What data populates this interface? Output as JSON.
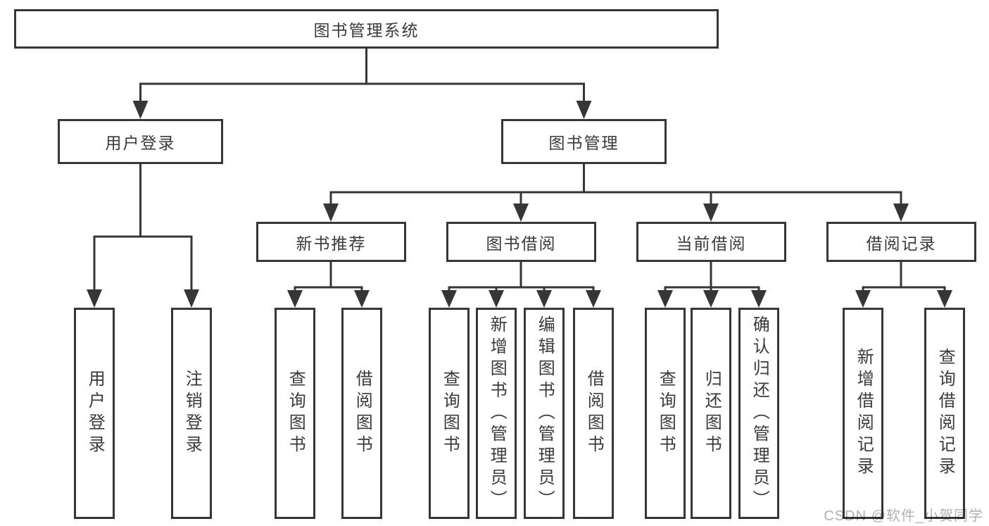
{
  "colors": {
    "line": "#363636",
    "box_border": "#363636",
    "text": "#3a3a3a",
    "background": "#ffffff",
    "watermark": "#b2b2b2"
  },
  "tree": {
    "root": {
      "label": "图书管理系统"
    },
    "branches": [
      {
        "label": "用户登录",
        "leaves": [
          "用户登录",
          "注销登录"
        ]
      },
      {
        "label": "图书管理",
        "groups": [
          {
            "label": "新书推荐",
            "leaves": [
              "查询图书",
              "借阅图书"
            ]
          },
          {
            "label": "图书借阅",
            "leaves": [
              "查询图书",
              "新增图书（管理员）",
              "编辑图书（管理员）",
              "借阅图书"
            ]
          },
          {
            "label": "当前借阅",
            "leaves": [
              "查询图书",
              "归还图书",
              "确认归还（管理员）"
            ]
          },
          {
            "label": "借阅记录",
            "leaves": [
              "新增借阅记录",
              "查询借阅记录"
            ]
          }
        ]
      }
    ]
  },
  "watermark": {
    "text": "CSDN @软件_小贺同学"
  }
}
